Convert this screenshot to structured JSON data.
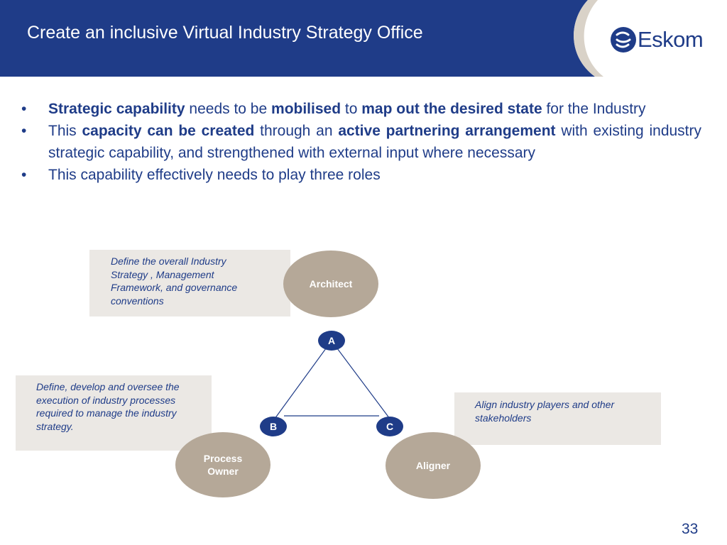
{
  "header": {
    "title": "Create an inclusive  Virtual Industry Strategy Office",
    "logo_text": "Eskom",
    "band_color": "#1f3c88"
  },
  "bullets": [
    {
      "b1": "Strategic capability",
      "t1": " needs to be ",
      "b2": "mobilised",
      "t2": " to  ",
      "b3": "map out the desired state",
      "t3": " for the Industry"
    },
    {
      "t1": "This ",
      "b1": "capacity can be created",
      "t2": " through an ",
      "b2": "active partnering arrangement",
      "t3": " with existing industry strategic capability, and strengthened with external input where necessary"
    },
    {
      "t1": "This capability effectively  needs to play three roles"
    }
  ],
  "diagram": {
    "roles": {
      "architect": {
        "label": "Architect",
        "description": "Define the overall  Industry Strategy , Management Framework, and governance conventions"
      },
      "process_owner": {
        "label_line1": "Process",
        "label_line2": "Owner",
        "description": "Define, develop and oversee the execution of  industry processes required to manage the  industry strategy."
      },
      "aligner": {
        "label": "Aligner",
        "description": "Align industry players and  other stakeholders"
      }
    },
    "nodes": {
      "a": "A",
      "b": "B",
      "c": "C"
    },
    "colors": {
      "node": "#1f3c88",
      "role": "#b5a898",
      "box": "#ebe8e4",
      "text": "#1f3c88"
    }
  },
  "footer": {
    "page_number": "33"
  }
}
